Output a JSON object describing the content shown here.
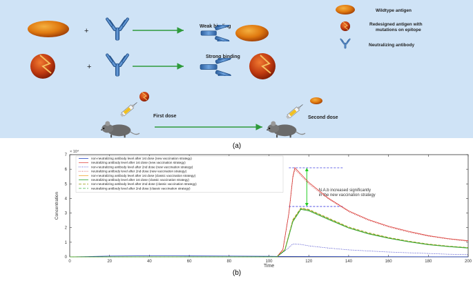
{
  "panel_a": {
    "row1_label": "Weak binding",
    "row2_label": "Strong binding",
    "first_dose_label": "First dose",
    "second_dose_label": "Second dose",
    "legend": [
      {
        "icon": "wildtype-antigen-icon",
        "text": [
          "Wildtype antigen"
        ]
      },
      {
        "icon": "redesigned-antigen-icon",
        "text": [
          "Redesigned antigen with",
          "mutations on epitope"
        ]
      },
      {
        "icon": "antibody-icon",
        "text": [
          "Neutralizing antibody"
        ]
      }
    ],
    "plus": "+",
    "caption": "(a)",
    "colors": {
      "background": "#cfe3f6",
      "arrow": "#2e9a3a",
      "antigen": "#e07a10",
      "antibody": "#3d78c0"
    }
  },
  "panel_b": {
    "caption": "(b)",
    "annotation": [
      "N.A.b increased significantly",
      "in the new vaccination strategy"
    ],
    "chart_data": {
      "type": "line",
      "xlabel": "Time",
      "ylabel": "Concentration",
      "exponent_label": "× 10⁴",
      "xlim": [
        0,
        200
      ],
      "ylim": [
        0,
        7
      ],
      "xticks": [
        0,
        20,
        40,
        60,
        80,
        100,
        120,
        140,
        160,
        180,
        200
      ],
      "yticks": [
        0,
        1,
        2,
        3,
        4,
        5,
        6,
        7
      ],
      "legend_position": "top-left",
      "grid": false,
      "series": [
        {
          "name": "non-neutralizing antibody level after 1st dose (new vaccination strategy)",
          "color": "#1f3fbf",
          "style": "solid",
          "points": [
            [
              0,
              0
            ],
            [
              20,
              0.05
            ],
            [
              40,
              0.07
            ],
            [
              60,
              0.06
            ],
            [
              80,
              0.05
            ],
            [
              100,
              0.04
            ],
            [
              105,
              0.03
            ],
            [
              200,
              0.0
            ]
          ]
        },
        {
          "name": "neutralizing antibody level after 1st dose (new vaccination strategy)",
          "color": "#e0403a",
          "style": "solid",
          "points": [
            [
              0,
              0
            ],
            [
              104,
              0
            ],
            [
              107,
              0.5
            ],
            [
              110,
              3.0
            ],
            [
              112,
              5.5
            ],
            [
              113,
              6.1
            ],
            [
              120,
              5.1
            ],
            [
              130,
              4.0
            ],
            [
              140,
              3.15
            ],
            [
              150,
              2.55
            ],
            [
              160,
              2.1
            ],
            [
              170,
              1.75
            ],
            [
              180,
              1.45
            ],
            [
              190,
              1.25
            ],
            [
              200,
              1.1
            ]
          ]
        },
        {
          "name": "non-neutralizing antibody level after 2nd dose (new vaccination strategy)",
          "color": "#2020c0",
          "style": "dotted",
          "points": [
            [
              0,
              0
            ],
            [
              104,
              0
            ],
            [
              108,
              0.4
            ],
            [
              112,
              0.88
            ],
            [
              116,
              0.85
            ],
            [
              120,
              0.75
            ],
            [
              130,
              0.6
            ],
            [
              140,
              0.48
            ],
            [
              150,
              0.4
            ],
            [
              160,
              0.33
            ],
            [
              170,
              0.28
            ],
            [
              180,
              0.23
            ],
            [
              190,
              0.18
            ],
            [
              200,
              0.15
            ]
          ]
        },
        {
          "name": "neutralizing antibody level after 2nd dose (new vaccination strategy)",
          "color": "#c02020",
          "style": "dotted",
          "points": [
            [
              0,
              0
            ],
            [
              104,
              0
            ],
            [
              107,
              0.5
            ],
            [
              110,
              3.0
            ],
            [
              112,
              5.4
            ],
            [
              113,
              6.0
            ],
            [
              120,
              5.0
            ],
            [
              130,
              3.95
            ],
            [
              140,
              3.1
            ],
            [
              150,
              2.5
            ],
            [
              160,
              2.05
            ],
            [
              170,
              1.7
            ],
            [
              180,
              1.42
            ],
            [
              190,
              1.22
            ],
            [
              200,
              1.07
            ]
          ]
        },
        {
          "name": "non-neutralizing antibody level after 1st dose (classic vaccination strategy)",
          "color": "#f0a020",
          "style": "solid",
          "points": [
            [
              0,
              0
            ],
            [
              104,
              0
            ],
            [
              108,
              0.5
            ],
            [
              112,
              2.5
            ],
            [
              116,
              3.3
            ],
            [
              120,
              3.2
            ],
            [
              130,
              2.6
            ],
            [
              140,
              2.0
            ],
            [
              150,
              1.6
            ],
            [
              160,
              1.3
            ],
            [
              170,
              1.05
            ],
            [
              180,
              0.85
            ],
            [
              190,
              0.72
            ],
            [
              200,
              0.62
            ]
          ]
        },
        {
          "name": "neutralizing antibody level after 1st dose (classic vaccination strategy)",
          "color": "#2aa02a",
          "style": "solid",
          "points": [
            [
              0,
              0
            ],
            [
              104,
              0
            ],
            [
              108,
              0.45
            ],
            [
              112,
              2.4
            ],
            [
              116,
              3.25
            ],
            [
              120,
              3.15
            ],
            [
              130,
              2.55
            ],
            [
              140,
              1.97
            ],
            [
              150,
              1.57
            ],
            [
              160,
              1.27
            ],
            [
              170,
              1.03
            ],
            [
              180,
              0.83
            ],
            [
              190,
              0.7
            ],
            [
              200,
              0.6
            ]
          ]
        },
        {
          "name": "non-neutralizing antibody level after 2nd dose (classic vaccination strategy)",
          "color": "#a0a020",
          "style": "dashed",
          "points": [
            [
              0,
              0
            ],
            [
              104,
              0
            ],
            [
              108,
              0.5
            ],
            [
              112,
              2.55
            ],
            [
              116,
              3.35
            ],
            [
              120,
              3.25
            ],
            [
              130,
              2.65
            ],
            [
              140,
              2.05
            ],
            [
              150,
              1.65
            ],
            [
              160,
              1.33
            ],
            [
              170,
              1.08
            ],
            [
              180,
              0.88
            ],
            [
              190,
              0.74
            ],
            [
              200,
              0.64
            ]
          ]
        },
        {
          "name": "neutralizing antibody level after 2nd dose (classic vaccination strategy)",
          "color": "#40b040",
          "style": "dashed",
          "points": [
            [
              0,
              0
            ],
            [
              104,
              0
            ],
            [
              108,
              0.45
            ],
            [
              112,
              2.45
            ],
            [
              116,
              3.3
            ],
            [
              120,
              3.2
            ],
            [
              130,
              2.6
            ],
            [
              140,
              2.0
            ],
            [
              150,
              1.6
            ],
            [
              160,
              1.3
            ],
            [
              170,
              1.05
            ],
            [
              180,
              0.85
            ],
            [
              190,
              0.72
            ],
            [
              200,
              0.62
            ]
          ]
        }
      ],
      "reference_lines": [
        6.1,
        3.45
      ]
    }
  }
}
